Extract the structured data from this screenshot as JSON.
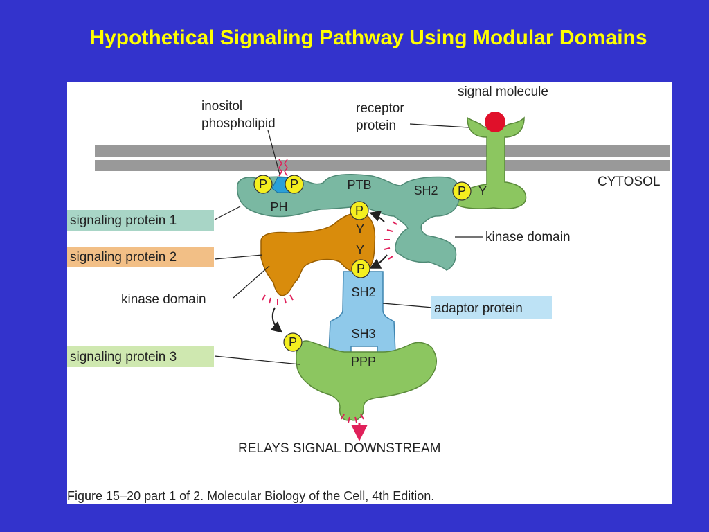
{
  "slide": {
    "title": "Hypothetical Signaling Pathway Using Modular Domains"
  },
  "labels": {
    "inositol_line1": "inositol",
    "inositol_line2": "phospholipid",
    "receptor_line1": "receptor",
    "receptor_line2": "protein",
    "signal_molecule": "signal molecule",
    "cytosol": "CYTOSOL",
    "signaling_protein_1": "signaling protein 1",
    "signaling_protein_2": "signaling protein 2",
    "signaling_protein_3": "signaling protein 3",
    "kinase_domain_right": "kinase domain",
    "kinase_domain_left": "kinase domain",
    "adaptor_protein": "adaptor protein",
    "relays": "RELAYS SIGNAL DOWNSTREAM",
    "caption": "Figure 15–20 part 1 of 2. Molecular Biology of the Cell, 4th Edition."
  },
  "domains": {
    "ph": "PH",
    "ptb": "PTB",
    "sh2_protein1": "SH2",
    "sh2_adaptor": "SH2",
    "sh3_adaptor": "SH3",
    "ppp": "PPP"
  },
  "marks": {
    "phosphate": "P",
    "tyrosine": "Y"
  },
  "colors": {
    "slide_background": "#3333cc",
    "title": "#ffff00",
    "membrane": "#999999",
    "protein1": "#7ab8a2",
    "protein2": "#d98c0c",
    "protein3": "#8cc660",
    "receptor": "#8cc660",
    "adaptor": "#8fc9ea",
    "signal_molecule": "#e0102a",
    "phosphate": "#f5ef1f",
    "activity_rays": "#e0205a",
    "label_box_protein1": "#a8d5c6",
    "label_box_protein2": "#f2bf86",
    "label_box_protein3": "#cfe8b0",
    "label_box_adaptor": "#bde2f5"
  }
}
